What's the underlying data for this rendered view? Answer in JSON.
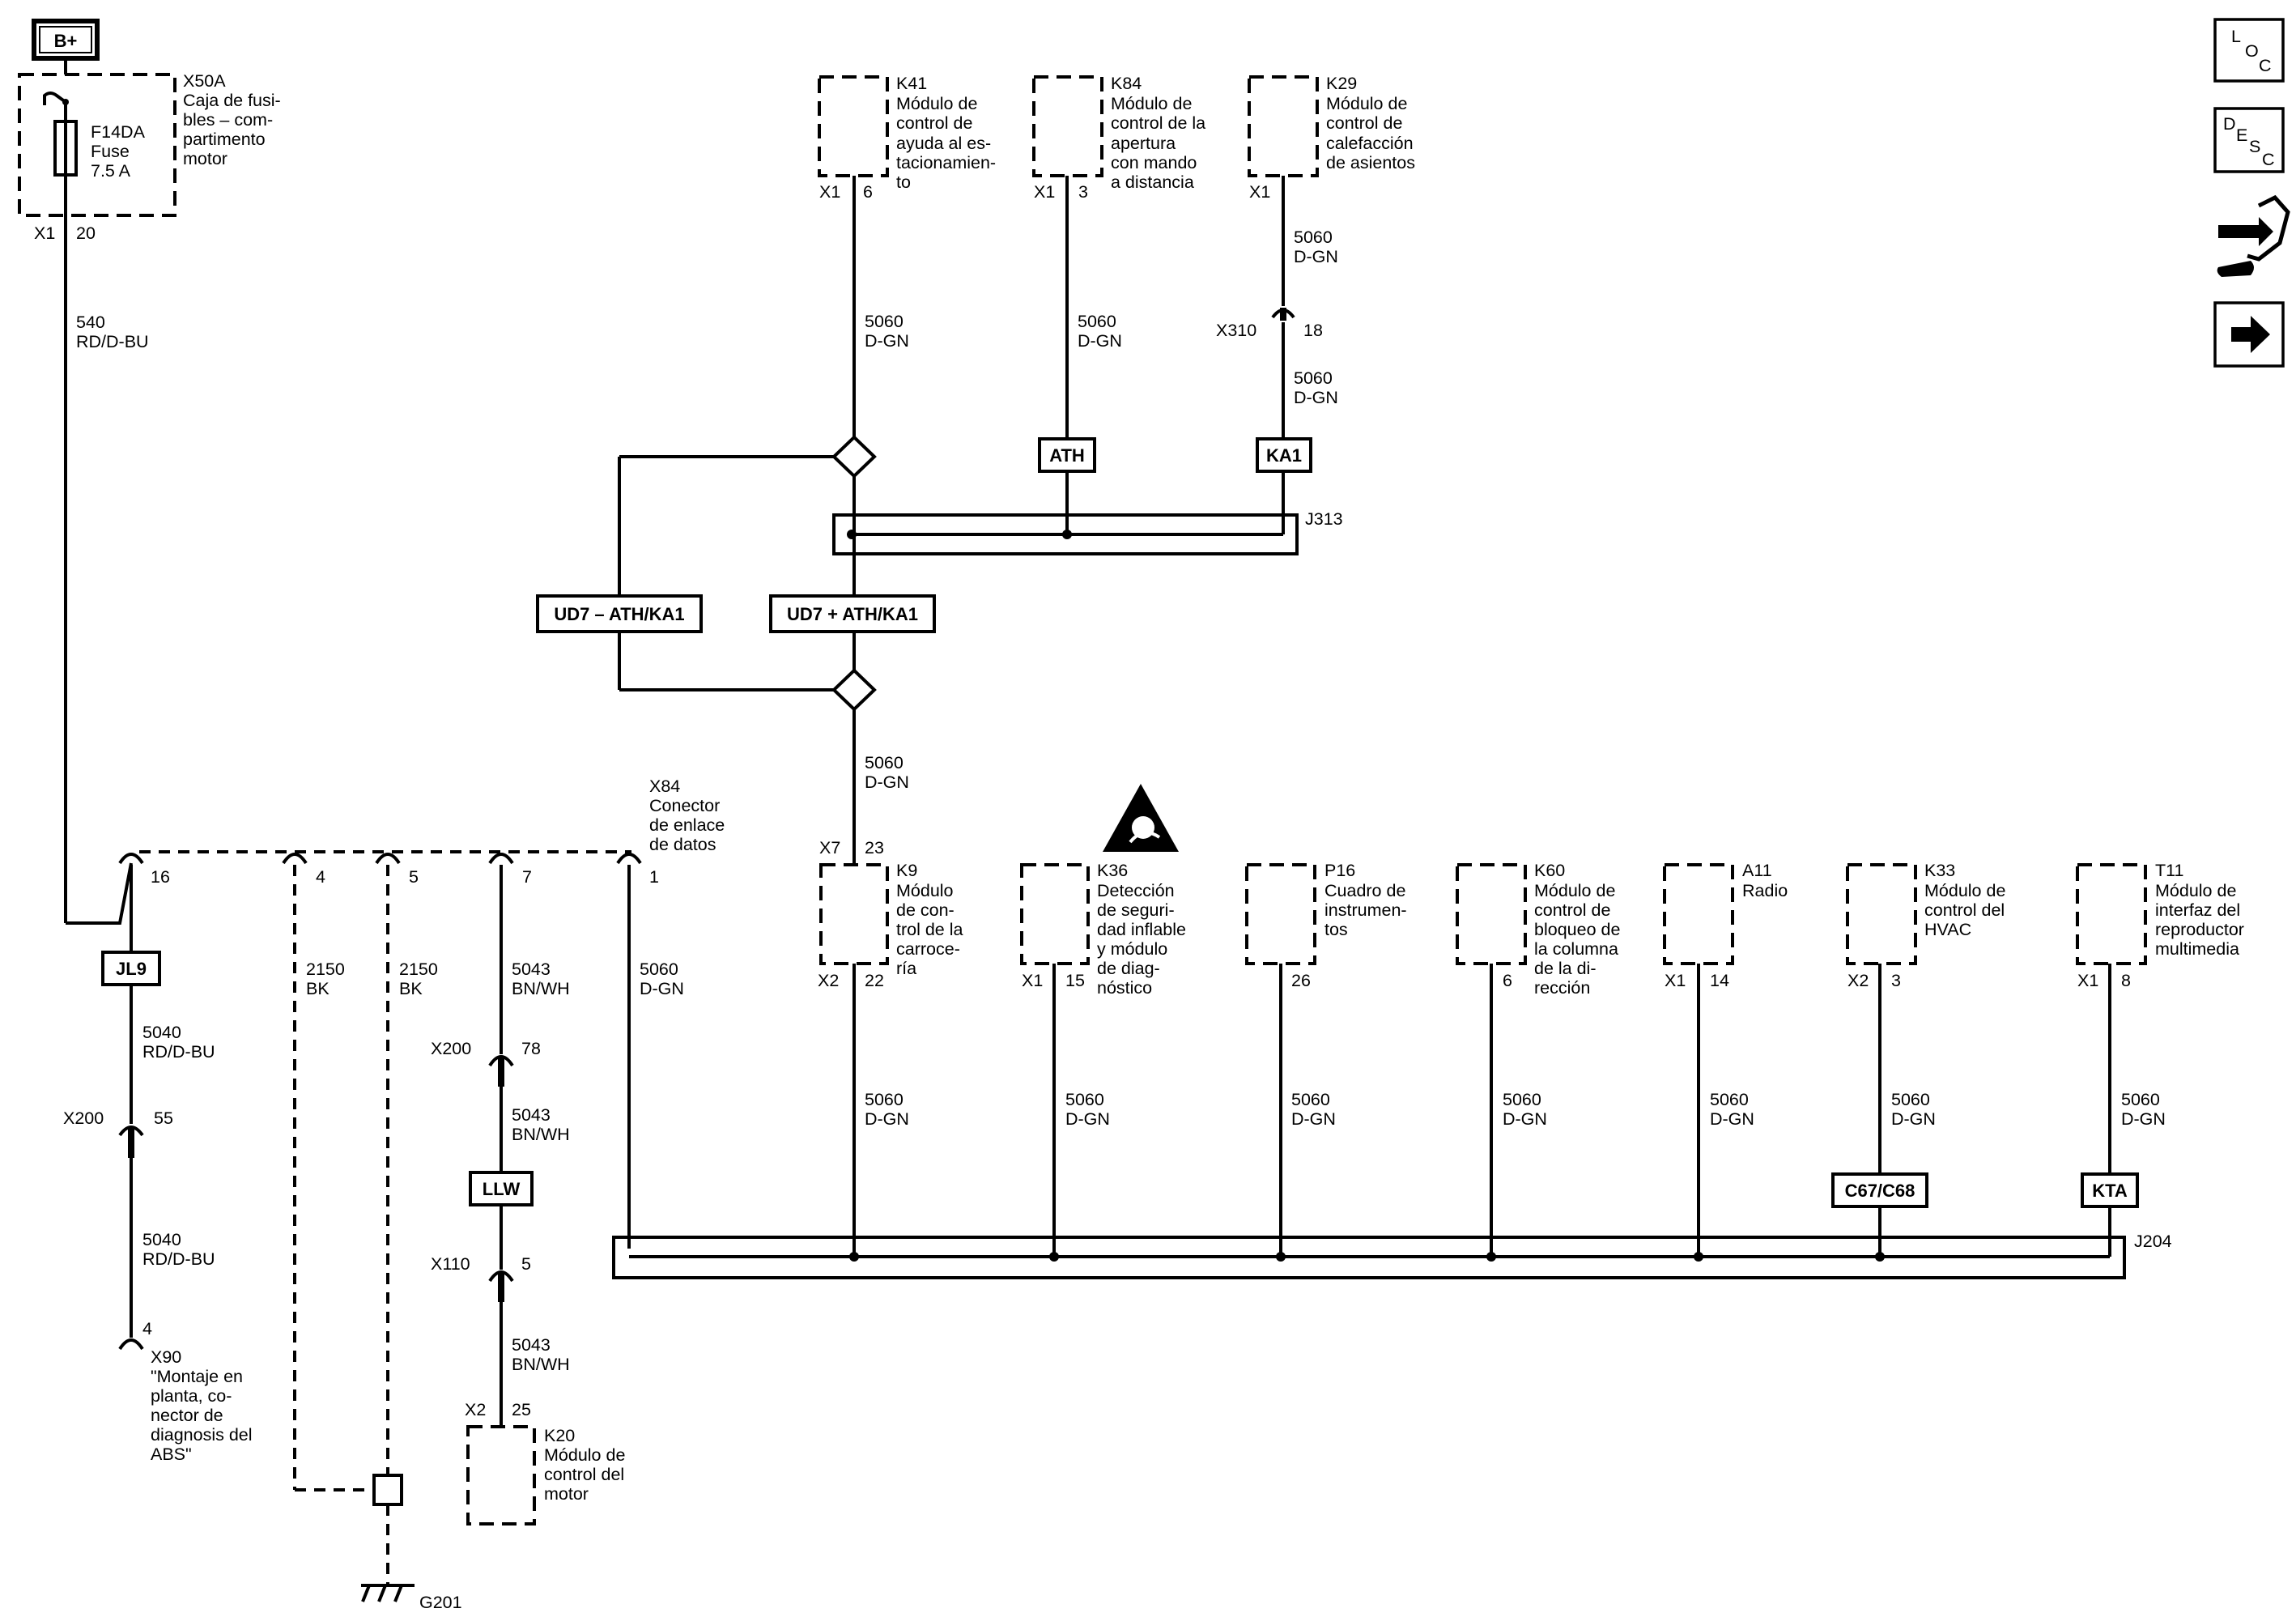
{
  "power": {
    "label": "B+"
  },
  "fuse_block": {
    "id": "X50A",
    "name_lines": [
      "Caja de fusi-",
      "bles – com-",
      "partimento",
      "motor"
    ],
    "fuse_lines": [
      "F14DA",
      "Fuse",
      "7.5 A"
    ],
    "connector": "X1",
    "pin": "20"
  },
  "wire_540": {
    "circuit": "540",
    "color": "RD/D-BU"
  },
  "modules_top": [
    {
      "id": "K41",
      "name_lines": [
        "Módulo de",
        "control de",
        "ayuda al es-",
        "tacionamien-",
        "to"
      ],
      "connector": "X1",
      "pin": "6"
    },
    {
      "id": "K84",
      "name_lines": [
        "Módulo de",
        "control de la",
        "apertura",
        "con mando",
        "a distancia"
      ],
      "connector": "X1",
      "pin": "3"
    },
    {
      "id": "K29",
      "name_lines": [
        "Módulo de",
        "control de",
        "calefacción",
        "de asientos"
      ],
      "connector": "X1",
      "pin": ""
    }
  ],
  "wires_top": [
    {
      "circuit": "5060",
      "color": "D-GN"
    },
    {
      "circuit": "5060",
      "color": "D-GN"
    },
    {
      "circuit": "5060",
      "color": "D-GN"
    },
    {
      "circuit": "5060",
      "color": "D-GN"
    }
  ],
  "x310": {
    "id": "X310",
    "pin": "18"
  },
  "option_tags": {
    "ath": "ATH",
    "ka1": "KA1",
    "ud7_minus": "UD7 – ATH/KA1",
    "ud7_plus": "UD7 + ATH/KA1",
    "llw": "LLW",
    "jl9": "JL9",
    "c67": "C67/C68",
    "kta": "KTA"
  },
  "splices": {
    "j313": "J313",
    "j204": "J204"
  },
  "wire_k9_in": {
    "circuit": "5060",
    "color": "D-GN"
  },
  "dlc": {
    "id": "X84",
    "name_lines": [
      "Conector",
      "de enlace",
      "de datos"
    ]
  },
  "dlc_pins": [
    "16",
    "4",
    "5",
    "7",
    "1"
  ],
  "dlc_wires": [
    {
      "circuit": "2150",
      "color": "BK"
    },
    {
      "circuit": "2150",
      "color": "BK"
    },
    {
      "circuit": "5043",
      "color": "BN/WH"
    },
    {
      "circuit": "5060",
      "color": "D-GN"
    }
  ],
  "wire_5040": {
    "circuit": "5040",
    "color": "RD/D-BU"
  },
  "x200_left": {
    "id": "X200",
    "pin": "55"
  },
  "x90": {
    "pin": "4",
    "id": "X90",
    "name_lines": [
      "\"Montaje en",
      "planta, co-",
      "nector de",
      "diagnosis del",
      "ABS\""
    ]
  },
  "x200_mid": {
    "id": "X200",
    "pin": "78"
  },
  "x110": {
    "id": "X110",
    "pin": "5"
  },
  "wire_5043": {
    "circuit": "5043",
    "color": "BN/WH"
  },
  "k20": {
    "id": "K20",
    "name_lines": [
      "Módulo de",
      "control del",
      "motor"
    ],
    "connector": "X2",
    "pin": "25"
  },
  "ground": {
    "id": "G201"
  },
  "modules_bottom": [
    {
      "id": "K9",
      "name_lines": [
        "Módulo",
        "de con-",
        "trol de la",
        "carroce-",
        "ría"
      ],
      "top_connector": "X7",
      "top_pin": "23",
      "connector": "X2",
      "pin": "22"
    },
    {
      "id": "K36",
      "name_lines": [
        "Detección",
        "de seguri-",
        "dad inflable",
        "y módulo",
        "de diag-",
        "nóstico"
      ],
      "connector": "X1",
      "pin": "15"
    },
    {
      "id": "P16",
      "name_lines": [
        "Cuadro de",
        "instrumen-",
        "tos"
      ],
      "connector": "",
      "pin": "26"
    },
    {
      "id": "K60",
      "name_lines": [
        "Módulo de",
        "control de",
        "bloqueo de",
        "la columna",
        "de la di-",
        "rección"
      ],
      "connector": "",
      "pin": "6"
    },
    {
      "id": "A11",
      "name_lines": [
        "Radio"
      ],
      "connector": "X1",
      "pin": "14"
    },
    {
      "id": "K33",
      "name_lines": [
        "Módulo de",
        "control del",
        "HVAC"
      ],
      "connector": "X2",
      "pin": "3"
    },
    {
      "id": "T11",
      "name_lines": [
        "Módulo de",
        "interfaz del",
        "reproductor",
        "multimedia"
      ],
      "connector": "X1",
      "pin": "8"
    }
  ],
  "wires_bottom": {
    "circuit": "5060",
    "color": "D-GN"
  },
  "side_icons": {
    "loc": [
      "L",
      "O",
      "C"
    ],
    "desc": [
      "D",
      "E",
      "S",
      "C"
    ]
  }
}
